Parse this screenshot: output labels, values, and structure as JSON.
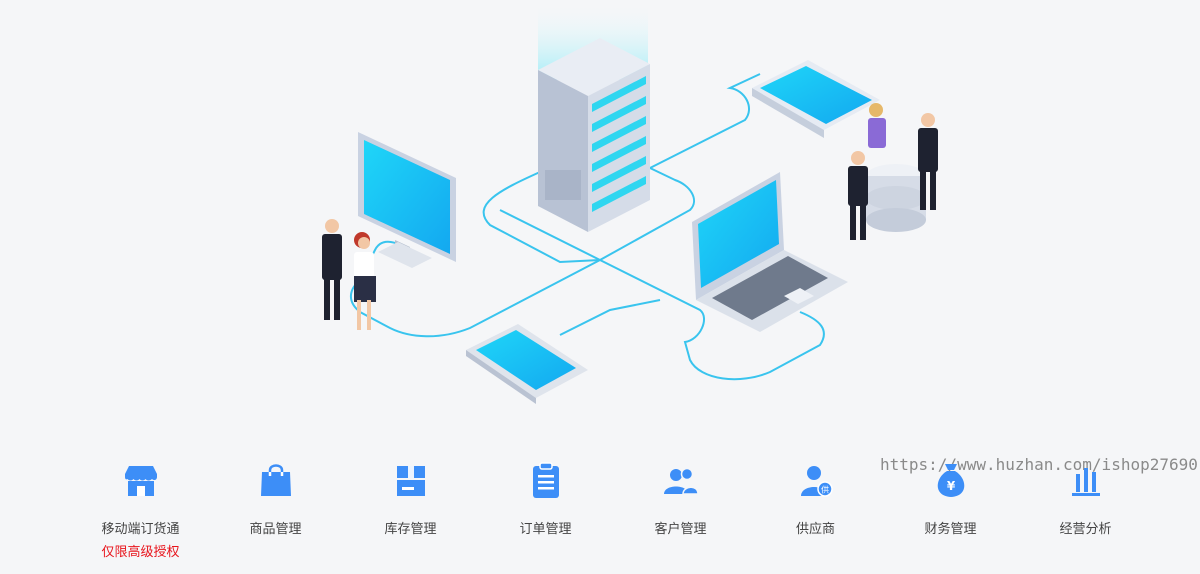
{
  "watermark": "https://www.huzhan.com/ishop27690",
  "features": [
    {
      "label": "移动端订货通",
      "sub": "仅限高级授权",
      "icon": "store-icon"
    },
    {
      "label": "商品管理",
      "icon": "shopping-bag-icon"
    },
    {
      "label": "库存管理",
      "icon": "inventory-box-icon"
    },
    {
      "label": "订单管理",
      "icon": "clipboard-list-icon"
    },
    {
      "label": "客户管理",
      "icon": "customers-icon"
    },
    {
      "label": "供应商",
      "icon": "supplier-icon"
    },
    {
      "label": "财务管理",
      "icon": "money-bag-icon"
    },
    {
      "label": "经营分析",
      "icon": "bar-chart-icon"
    }
  ],
  "colors": {
    "accent": "#3d8ef7",
    "sub_text": "#e8141c",
    "line": "#39c4ee",
    "background": "#f5f6f8"
  }
}
